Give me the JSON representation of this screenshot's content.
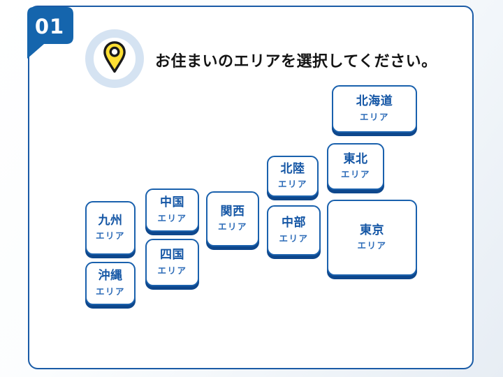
{
  "step": {
    "number": "01"
  },
  "header": {
    "title": "お住まいのエリアを選択してください。",
    "icon": "map-pin-icon"
  },
  "colors": {
    "accent_blue": "#1a5ba6",
    "button_border": "#1a61ad",
    "button_shadow": "#0e478c",
    "region_name_text": "#1456a5",
    "region_sub_text": "#2d6cb8",
    "badge_background": "#1565ad",
    "badge_text": "#ffffff",
    "ring_pale_blue": "#d5e3f2",
    "pin_yellow": "#ffdf33",
    "pin_outline": "#1a1a1a",
    "title_text": "#141414",
    "card_background": "#ffffff"
  },
  "regions": [
    {
      "id": "hokkaido",
      "name": "北海道",
      "sub": "エリア"
    },
    {
      "id": "tohoku",
      "name": "東北",
      "sub": "エリア"
    },
    {
      "id": "hokuriku",
      "name": "北陸",
      "sub": "エリア"
    },
    {
      "id": "chubu",
      "name": "中部",
      "sub": "エリア"
    },
    {
      "id": "tokyo",
      "name": "東京",
      "sub": "エリア"
    },
    {
      "id": "kansai",
      "name": "関西",
      "sub": "エリア"
    },
    {
      "id": "chugoku",
      "name": "中国",
      "sub": "エリア"
    },
    {
      "id": "shikoku",
      "name": "四国",
      "sub": "エリア"
    },
    {
      "id": "kyushu",
      "name": "九州",
      "sub": "エリア"
    },
    {
      "id": "okinawa",
      "name": "沖縄",
      "sub": "エリア"
    }
  ]
}
